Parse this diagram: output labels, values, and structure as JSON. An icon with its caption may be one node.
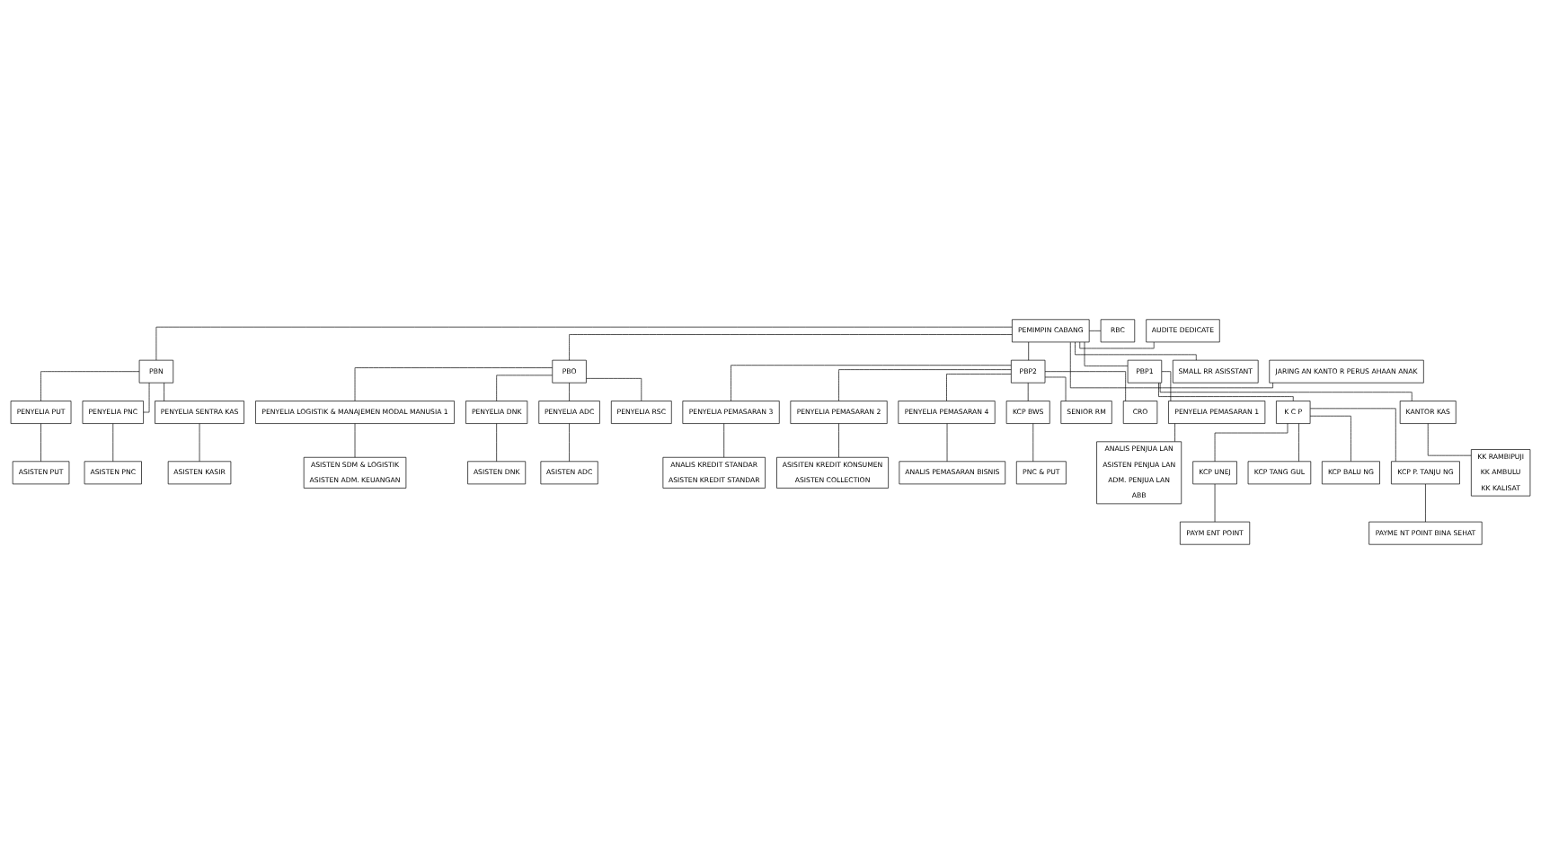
{
  "diagram": {
    "nodes": [
      {
        "text": [
          "PEMIMPIN CABANG"
        ]
      },
      {
        "text": [
          "AUDITE DEDICATE"
        ]
      },
      {
        "text": [
          "RBC"
        ]
      },
      {
        "text": [
          "PBN"
        ]
      },
      {
        "text": [
          "PBO"
        ]
      },
      {
        "text": [
          "PBP2"
        ]
      },
      {
        "text": [
          "PBP1"
        ]
      },
      {
        "text": [
          "SMALL RR ASISSTANT"
        ]
      },
      {
        "text": [
          "JARING AN KANTO R PERUS AHAAN ANAK"
        ]
      },
      {
        "text": [
          "PENYELIA PUT"
        ]
      },
      {
        "text": [
          "ASISTEN PUT"
        ]
      },
      {
        "text": [
          "PENYELIA PNC"
        ]
      },
      {
        "text": [
          "ASISTEN PNC"
        ]
      },
      {
        "text": [
          "PENYELIA SENTRA KAS"
        ]
      },
      {
        "text": [
          "ASISTEN KASIR"
        ]
      },
      {
        "text": [
          "PENYELIA LOGISTIK & MANAJEMEN MODAL MANUSIA 1"
        ]
      },
      {
        "text": [
          "ASISTEN SDM & LOGISTIK",
          "ASISTEN ADM. KEUANGAN"
        ]
      },
      {
        "text": [
          "PENYELIA DNK"
        ]
      },
      {
        "text": [
          "ASISTEN DNK"
        ]
      },
      {
        "text": [
          "PENYELIA ADC"
        ]
      },
      {
        "text": [
          "ASISTEN ADC"
        ]
      },
      {
        "text": [
          "PENYELIA RSC"
        ]
      },
      {
        "text": [
          "PENYELIA PEMASARAN 3"
        ]
      },
      {
        "text": [
          "ANALIS KREDIT STANDAR",
          "ASISTEN KREDIT STANDAR"
        ]
      },
      {
        "text": [
          "PENYELIA PEMASARAN 2"
        ]
      },
      {
        "text": [
          "ASISITEN KREDIT KONSUMEN",
          "ASISTEN COLLECTION"
        ]
      },
      {
        "text": [
          "PENYELIA PEMASARAN 4"
        ]
      },
      {
        "text": [
          "ANALIS PEMASARAN BISNIS"
        ]
      },
      {
        "text": [
          "KCP BWS"
        ]
      },
      {
        "text": [
          "PNC & PUT"
        ]
      },
      {
        "text": [
          "SENIOR RM"
        ]
      },
      {
        "text": [
          "CRO"
        ]
      },
      {
        "text": [
          "PENYELIA PEMASARAN 1"
        ]
      },
      {
        "text": [
          "ANALIS PENJUA LAN",
          "ASISTEN PENJUA LAN",
          "ADM. PENJUA LAN",
          "ABB"
        ]
      },
      {
        "text": [
          "K C P"
        ]
      },
      {
        "text": [
          "KCP UNEJ"
        ]
      },
      {
        "text": [
          "PAYM ENT POINT"
        ]
      },
      {
        "text": [
          "KCP TANG GUL"
        ]
      },
      {
        "text": [
          "KCP BALU NG"
        ]
      },
      {
        "text": [
          "KCP P. TANJU NG"
        ]
      },
      {
        "text": [
          "PAYME NT POINT BINA SEHAT"
        ]
      },
      {
        "text": [
          "KANTOR KAS"
        ]
      },
      {
        "text": [
          "KK RAMBIPUJI",
          "KK AMBULU",
          "KK KALISAT"
        ]
      }
    ],
    "edges": [
      {
        "from": 0,
        "to": 1,
        "arrow": "none"
      },
      {
        "from": 0,
        "to": 2,
        "arrow": "none"
      },
      {
        "from": 0,
        "to": 3,
        "arrow": "none"
      },
      {
        "from": 0,
        "to": 4,
        "arrow": "none"
      },
      {
        "from": 0,
        "to": 5,
        "arrow": "none"
      },
      {
        "from": 0,
        "to": 6,
        "arrow": "none"
      },
      {
        "from": 0,
        "to": 7,
        "arrow": "none"
      },
      {
        "from": 0,
        "to": 8,
        "arrow": "none"
      },
      {
        "from": 3,
        "to": 9,
        "arrow": "none"
      },
      {
        "from": 9,
        "to": 10,
        "arrow": "none"
      },
      {
        "from": 3,
        "to": 11,
        "arrow": "none"
      },
      {
        "from": 11,
        "to": 12,
        "arrow": "none"
      },
      {
        "from": 3,
        "to": 13,
        "arrow": "none"
      },
      {
        "from": 13,
        "to": 14,
        "arrow": "none"
      },
      {
        "from": 4,
        "to": 15,
        "arrow": "none"
      },
      {
        "from": 15,
        "to": 16,
        "arrow": "none"
      },
      {
        "from": 4,
        "to": 17,
        "arrow": "none"
      },
      {
        "from": 17,
        "to": 18,
        "arrow": "none"
      },
      {
        "from": 4,
        "to": 19,
        "arrow": "none"
      },
      {
        "from": 19,
        "to": 20,
        "arrow": "none"
      },
      {
        "from": 4,
        "to": 21,
        "arrow": "none"
      },
      {
        "from": 5,
        "to": 22,
        "arrow": "none"
      },
      {
        "from": 22,
        "to": 23,
        "arrow": "none"
      },
      {
        "from": 5,
        "to": 24,
        "arrow": "none"
      },
      {
        "from": 24,
        "to": 25,
        "arrow": "none"
      },
      {
        "from": 5,
        "to": 26,
        "arrow": "none"
      },
      {
        "from": 26,
        "to": 27,
        "arrow": "none"
      },
      {
        "from": 5,
        "to": 28,
        "arrow": "none"
      },
      {
        "from": 28,
        "to": 29,
        "arrow": "none"
      },
      {
        "from": 5,
        "to": 30,
        "arrow": "none"
      },
      {
        "from": 5,
        "to": 31,
        "arrow": "none"
      },
      {
        "from": 6,
        "to": 32,
        "arrow": "none"
      },
      {
        "from": 32,
        "to": 33,
        "arrow": "none"
      },
      {
        "from": 6,
        "to": 34,
        "arrow": "none"
      },
      {
        "from": 34,
        "to": 35,
        "arrow": "none"
      },
      {
        "from": 35,
        "to": 36,
        "arrow": "none"
      },
      {
        "from": 34,
        "to": 37,
        "arrow": "none"
      },
      {
        "from": 34,
        "to": 38,
        "arrow": "none"
      },
      {
        "from": 34,
        "to": 39,
        "arrow": "none"
      },
      {
        "from": 39,
        "to": 40,
        "arrow": "none"
      },
      {
        "from": 6,
        "to": 41,
        "arrow": "none"
      },
      {
        "from": 41,
        "to": 42,
        "arrow": "none"
      }
    ]
  }
}
